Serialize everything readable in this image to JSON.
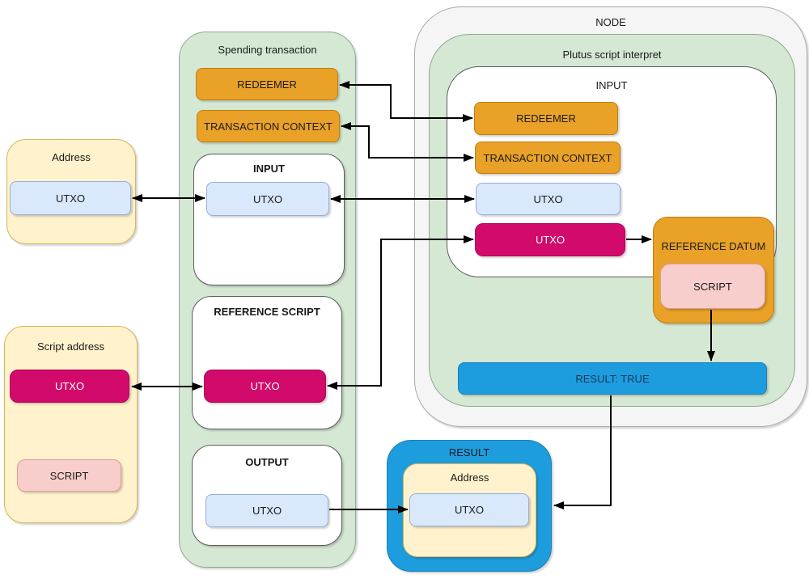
{
  "colors": {
    "orange": "#E9A227",
    "magenta": "#D20A6B",
    "blue": "#1E9DDE",
    "light_blue": "#DAE8FC",
    "yellow": "#FFF2CC",
    "green": "#D5E8D4",
    "gray": "#F5F5F5",
    "pink": "#F8CECC"
  },
  "address": {
    "title": "Address",
    "utxo": "UTXO"
  },
  "script_address": {
    "title": "Script address",
    "utxo": "UTXO",
    "reference_datum": {
      "title": "REFERENCE DATUM",
      "script": "SCRIPT"
    }
  },
  "spending": {
    "title": "Spending transaction",
    "redeemer": "REDEEMER",
    "transaction_context": "TRANSACTION CONTEXT",
    "input": {
      "title": "INPUT",
      "utxo": "UTXO"
    },
    "reference_script": {
      "title": "REFERENCE SCRIPT",
      "utxo": "UTXO"
    },
    "output": {
      "title": "OUTPUT",
      "utxo": "UTXO"
    }
  },
  "node": {
    "title": "NODE",
    "plutus": {
      "title": "Plutus script interpret",
      "input": {
        "title": "INPUT",
        "redeemer": "REDEEMER",
        "transaction_context": "TRANSACTION CONTEXT",
        "utxo_wallet": "UTXO",
        "utxo_script": "UTXO"
      },
      "reference_datum": {
        "title": "REFERENCE DATUM",
        "script": "SCRIPT"
      },
      "result_label": "RESULT: TRUE"
    }
  },
  "result": {
    "title": "RESULT",
    "address": {
      "title": "Address",
      "utxo": "UTXO"
    }
  },
  "edges": [
    {
      "from": "address.utxo",
      "to": "spending.input.utxo",
      "bidirectional": true
    },
    {
      "from": "spending.redeemer",
      "to": "node.plutus.input.redeemer",
      "bidirectional": true
    },
    {
      "from": "spending.transaction_context",
      "to": "node.plutus.input.transaction_context",
      "bidirectional": true
    },
    {
      "from": "spending.input.utxo",
      "to": "node.plutus.input.utxo_wallet",
      "bidirectional": true
    },
    {
      "from": "script_address.utxo",
      "to": "spending.reference_script.utxo",
      "bidirectional": true
    },
    {
      "from": "spending.reference_script.utxo",
      "to": "node.plutus.input.utxo_script",
      "bidirectional": true
    },
    {
      "from": "node.plutus.input.utxo_script",
      "to": "node.plutus.reference_datum",
      "bidirectional": false
    },
    {
      "from": "node.plutus.reference_datum.script",
      "to": "node.plutus.result_label",
      "bidirectional": false
    },
    {
      "from": "node.plutus.result_label",
      "to": "result",
      "bidirectional": false
    },
    {
      "from": "spending.output.utxo",
      "to": "result.address.utxo",
      "bidirectional": false
    }
  ]
}
